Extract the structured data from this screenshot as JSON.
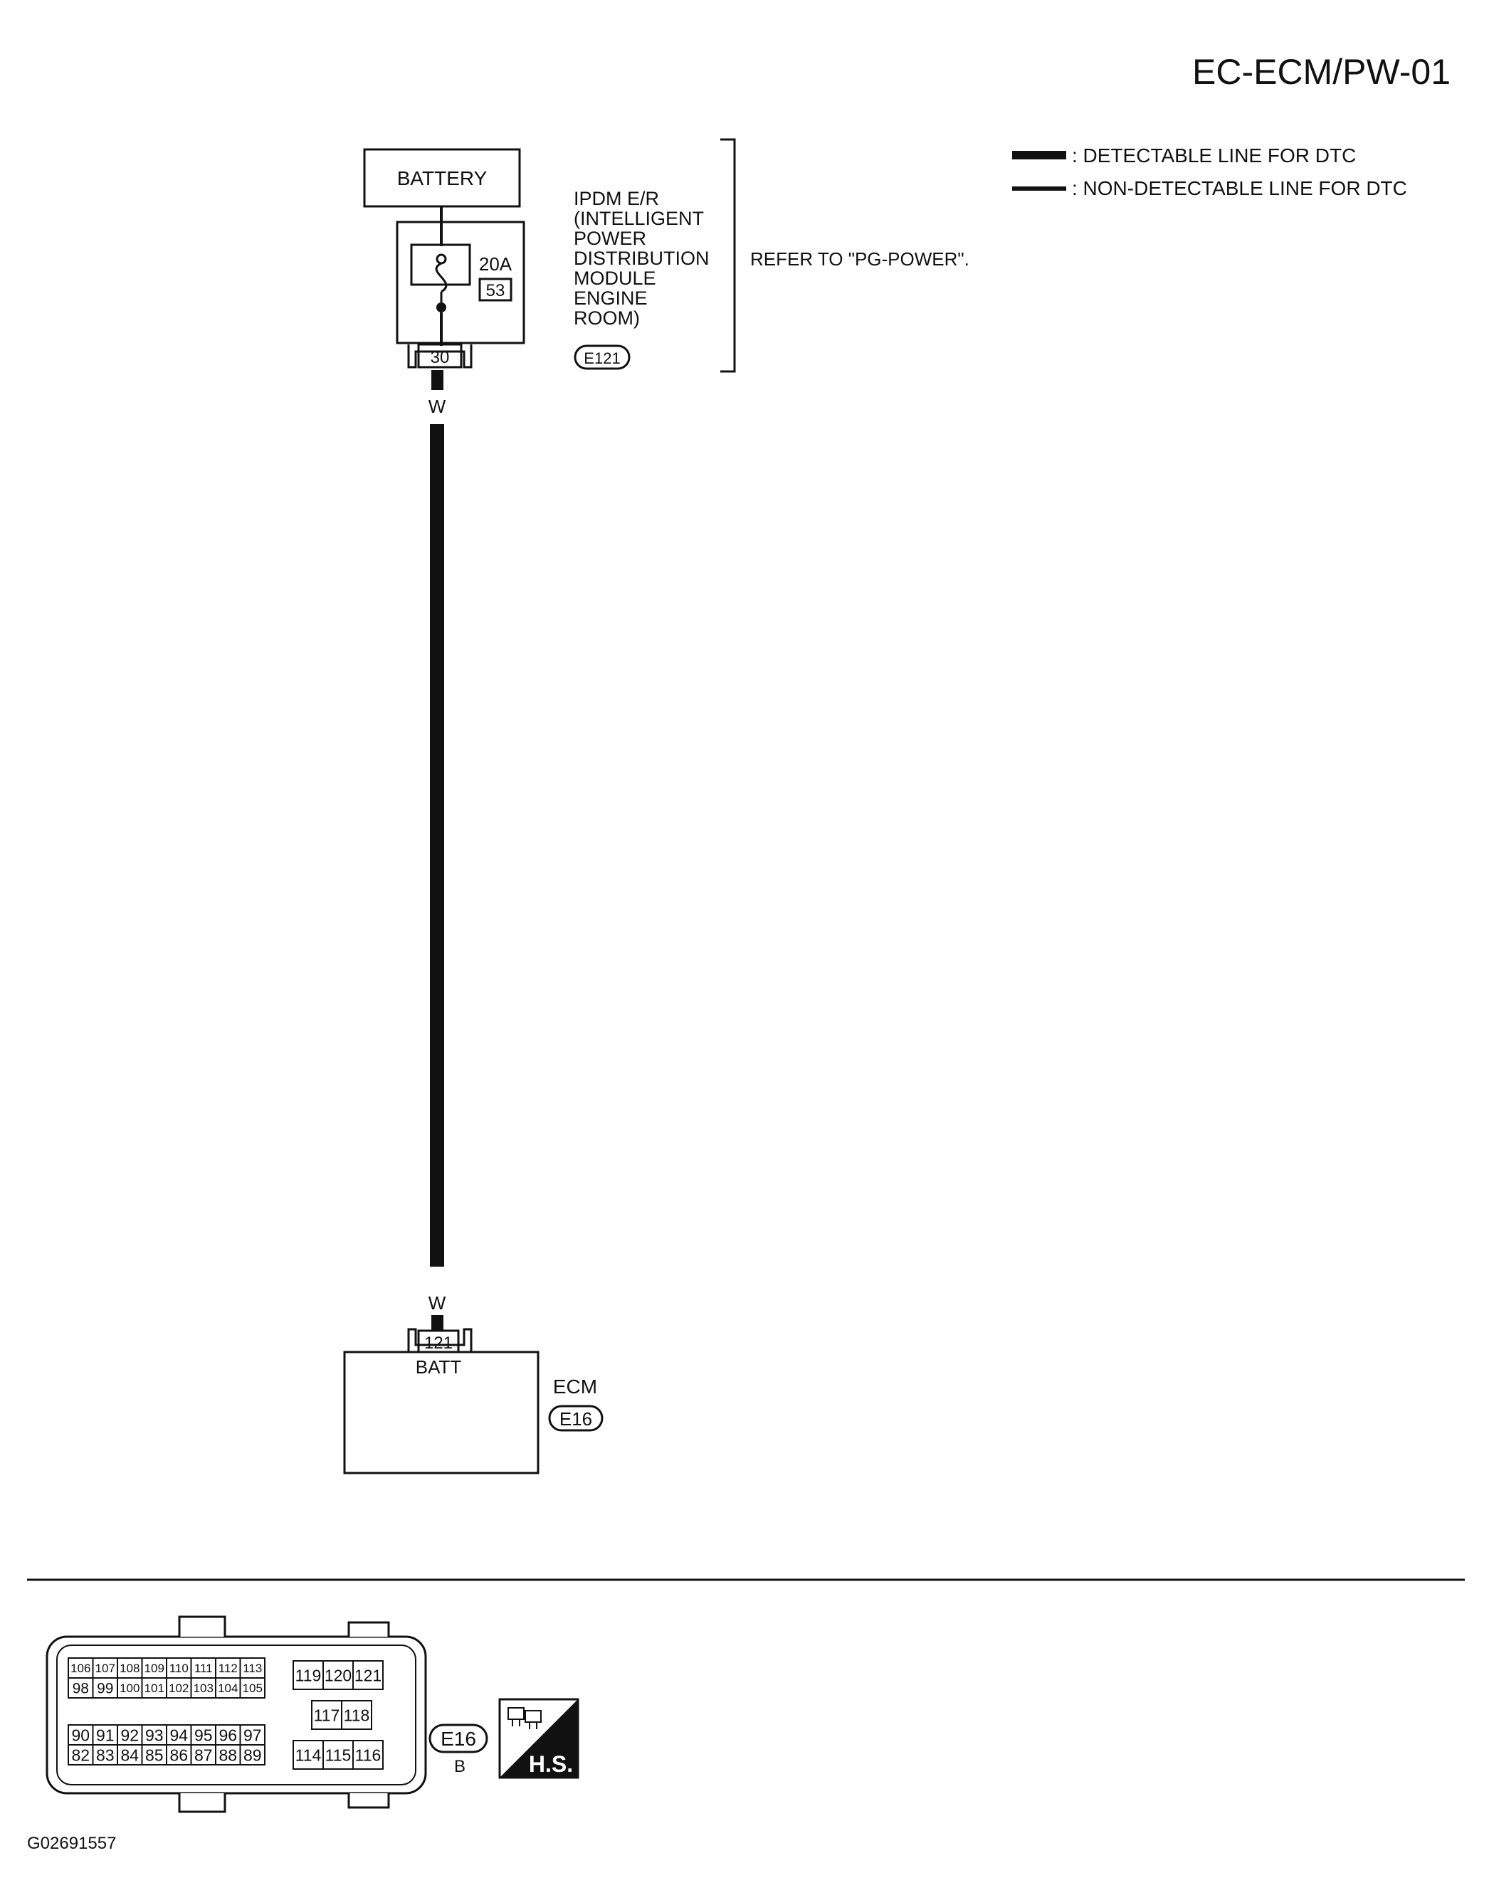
{
  "page_title": "EC-ECM/PW-01",
  "legend": [
    {
      "label": ": DETECTABLE LINE FOR DTC",
      "style": "thick"
    },
    {
      "label": ": NON-DETECTABLE LINE FOR DTC",
      "style": "thin"
    }
  ],
  "battery": {
    "label": "BATTERY"
  },
  "fuse": {
    "rating": "20A",
    "number": "53"
  },
  "ipdm": {
    "name_lines": [
      "IPDM E/R",
      "(INTELLIGENT",
      "POWER",
      "DISTRIBUTION",
      "MODULE",
      "ENGINE",
      "ROOM)"
    ],
    "connector": "E121",
    "terminal": "30",
    "reference": "REFER TO \"PG-POWER\"."
  },
  "wire": {
    "color_top": "W",
    "color_bottom": "W"
  },
  "ecm": {
    "name": "ECM",
    "connector": "E16",
    "terminal": "121",
    "terminal_label": "BATT"
  },
  "connector_view": {
    "id": "E16",
    "color": "B",
    "badge": "H.S.",
    "left_upper_rows": [
      [
        "106",
        "107",
        "108",
        "109",
        "110",
        "111",
        "112",
        "113"
      ],
      [
        "98",
        "99",
        "100",
        "101",
        "102",
        "103",
        "104",
        "105"
      ]
    ],
    "left_lower_rows": [
      [
        "90",
        "91",
        "92",
        "93",
        "94",
        "95",
        "96",
        "97"
      ],
      [
        "82",
        "83",
        "84",
        "85",
        "86",
        "87",
        "88",
        "89"
      ]
    ],
    "right_top": [
      "119",
      "120",
      "121"
    ],
    "right_middle": [
      "117",
      "118"
    ],
    "right_bottom": [
      "114",
      "115",
      "116"
    ]
  },
  "figure_code": "G02691557"
}
